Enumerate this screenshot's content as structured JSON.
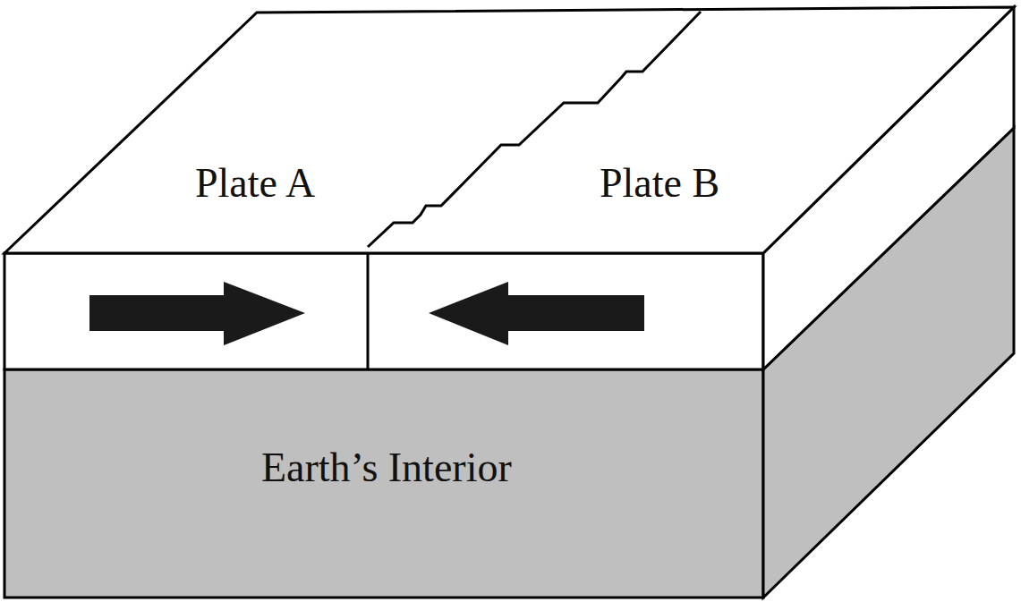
{
  "diagram": {
    "nodes": [
      {
        "text": [
          "Plate A"
        ]
      },
      {
        "text": [
          "Plate B"
        ]
      },
      {
        "text": [
          "Earth’s Interior"
        ]
      }
    ]
  }
}
